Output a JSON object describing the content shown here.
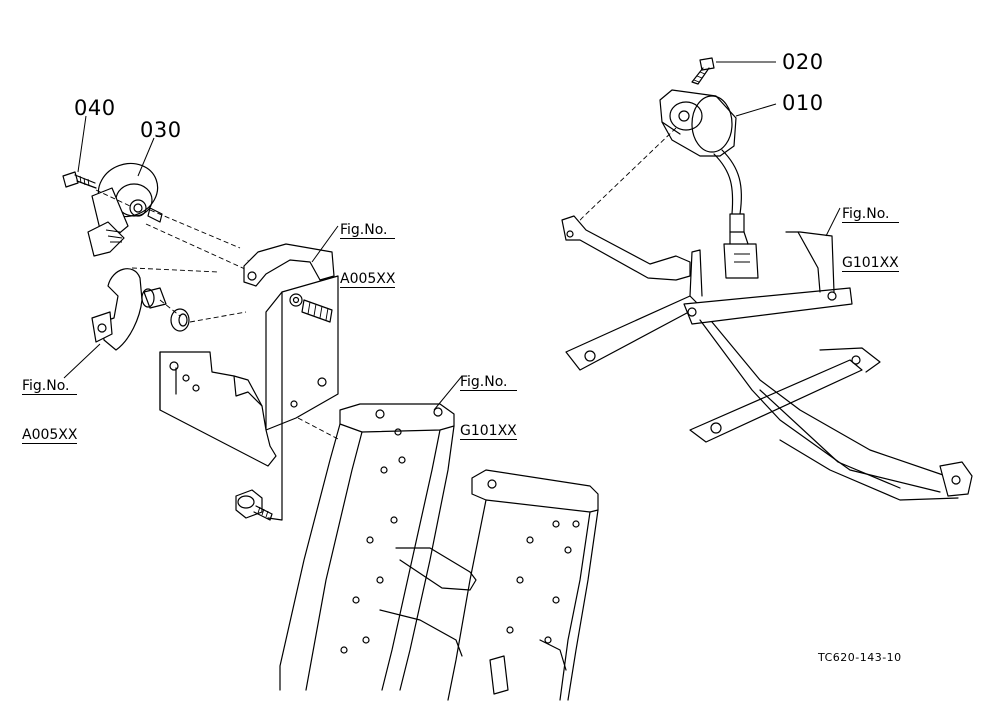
{
  "parts": {
    "p010": "010",
    "p020": "020",
    "p030": "030",
    "p040": "040"
  },
  "figure_refs": {
    "ref_a005_left": {
      "line1": "Fig.No.",
      "line2": "A005XX"
    },
    "ref_a005_center": {
      "line1": "Fig.No.",
      "line2": "A005XX"
    },
    "ref_g101_center": {
      "line1": "Fig.No.",
      "line2": "G101XX"
    },
    "ref_g101_right": {
      "line1": "Fig.No.",
      "line2": "G101XX"
    }
  },
  "drawing_code": "TC620-143-10",
  "icons": [
    "sensor-030-icon",
    "bolt-040-icon",
    "sensor-010-icon",
    "bolt-020-icon",
    "bracket-icon",
    "frame-icon",
    "axle-frame-icon"
  ],
  "colors": {
    "line": "#000000",
    "background": "#ffffff"
  }
}
